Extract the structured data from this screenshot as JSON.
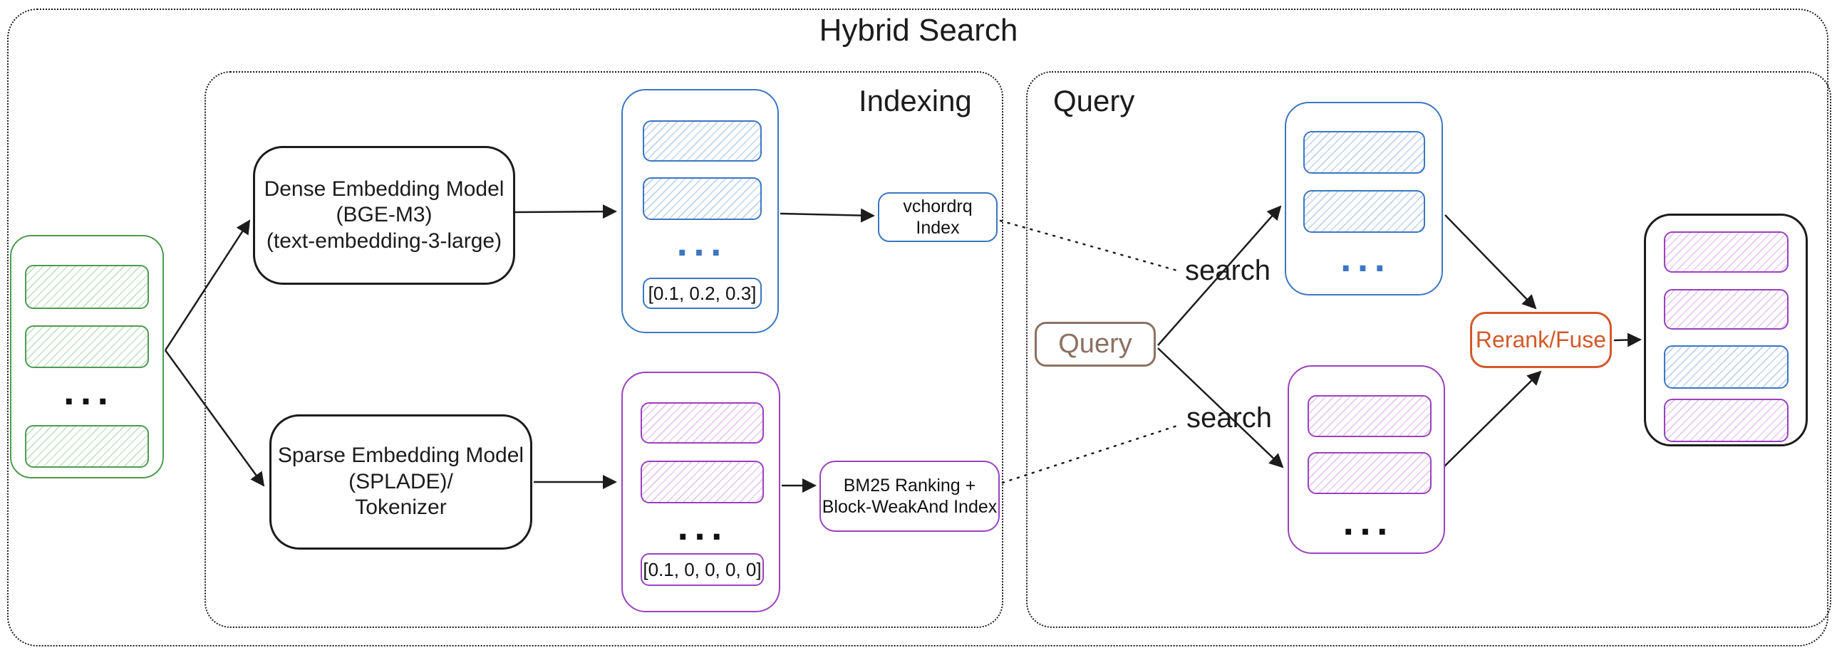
{
  "title": "Hybrid Search",
  "colors": {
    "ink": "#1c1c1c",
    "green": "#4e9b50",
    "blue": "#3b76c3",
    "purple": "#9a41bf",
    "orange": "#d2592b",
    "brown": "#8b7163"
  },
  "source_docs": {
    "ellipsis": "..."
  },
  "indexing": {
    "label": "Indexing",
    "dense_model": {
      "line1": "Dense Embedding Model",
      "line2": "(BGE-M3)",
      "line3": "(text-embedding-3-large)"
    },
    "sparse_model": {
      "line1": "Sparse Embedding Model",
      "line2": "(SPLADE)/",
      "line3": "Tokenizer"
    },
    "dense_vectors": {
      "ellipsis": "...",
      "sample": "[0.1, 0.2, 0.3]"
    },
    "sparse_vectors": {
      "ellipsis": "...",
      "sample": "[0.1, 0, 0, 0, 0]"
    },
    "dense_index": {
      "line1": "vchordrq",
      "line2": "Index"
    },
    "sparse_index": {
      "line1": "BM25 Ranking +",
      "line2": "Block-WeakAnd Index"
    }
  },
  "query": {
    "label": "Query",
    "query_box": "Query",
    "search_dense": "search",
    "search_sparse": "search",
    "dense_results": {
      "ellipsis": "..."
    },
    "sparse_results": {
      "ellipsis": "..."
    },
    "rerank": "Rerank/Fuse"
  }
}
